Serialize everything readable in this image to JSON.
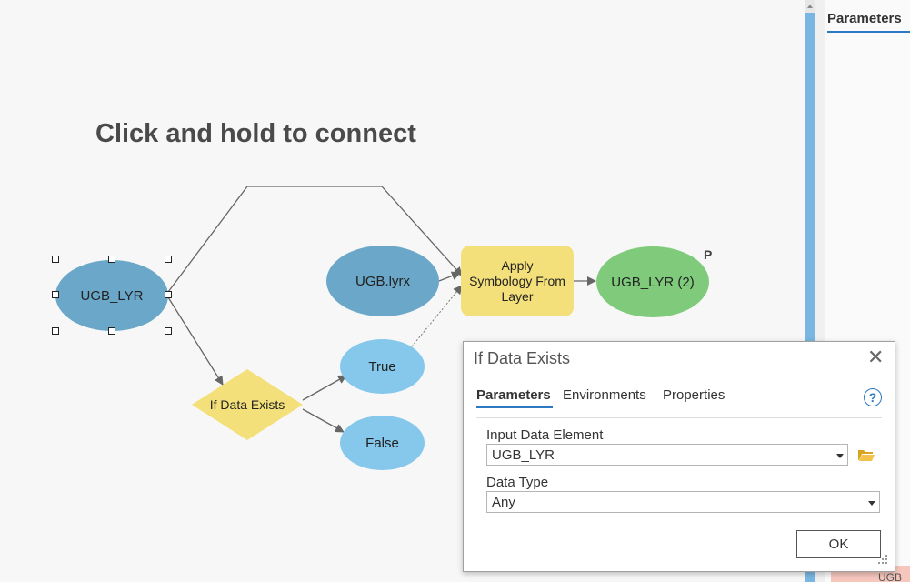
{
  "canvas": {
    "hint_title": "Click and hold to connect"
  },
  "nodes": {
    "ugb_lyr": "UGB_LYR",
    "ugb_lyrx": "UGB.lyrx",
    "apply_symbology": [
      "Apply",
      "Symbology From",
      "Layer"
    ],
    "output": "UGB_LYR (2)",
    "output_tag": "P",
    "if_data_exists": "If Data Exists",
    "true": "True",
    "false": "False"
  },
  "right_pane": {
    "tab": "Parameters",
    "bottom_item": "UGB"
  },
  "dialog": {
    "title": "If Data Exists",
    "tabs": [
      "Parameters",
      "Environments",
      "Properties"
    ],
    "input_label": "Input Data Element",
    "input_value": "UGB_LYR",
    "type_label": "Data Type",
    "type_value": "Any",
    "ok": "OK"
  },
  "colors": {
    "variable": "#6aa7c8",
    "tool": "#f4e07a",
    "output": "#7fcb7b",
    "condition": "#86c8ec",
    "accent": "#2b79c2"
  }
}
